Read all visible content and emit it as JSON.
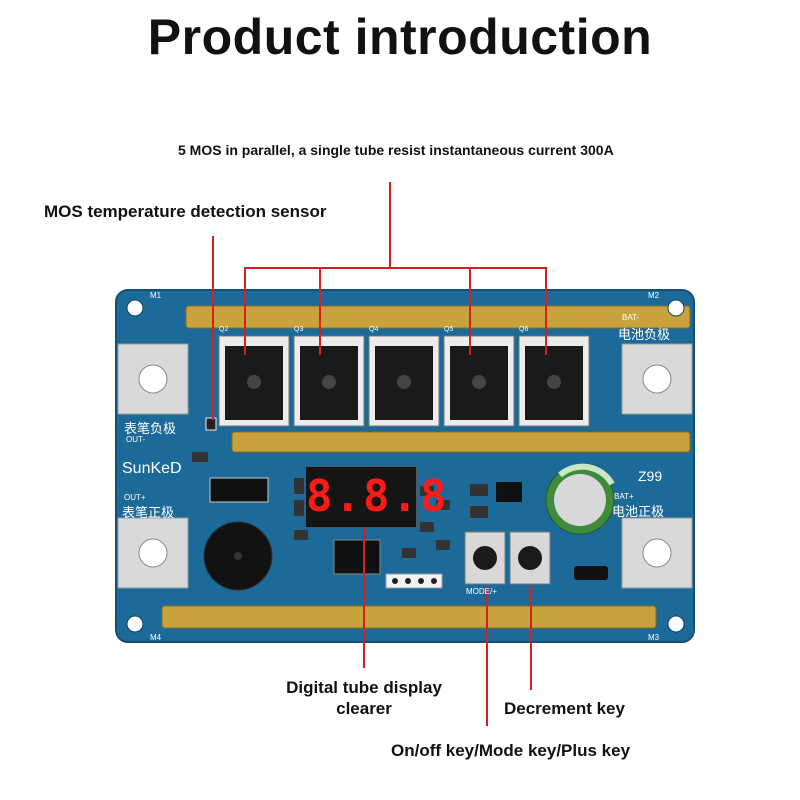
{
  "title": "Product introduction",
  "callouts": {
    "mos_parallel": "5 MOS in parallel, a single tube resist instantaneous current 300A",
    "temp_sensor": "MOS temperature detection sensor",
    "display_clearer_line1": "Digital tube display",
    "display_clearer_line2": "clearer",
    "decrement_key": "Decrement key",
    "onoff_key": "On/off key/Mode key/Plus key"
  },
  "board": {
    "brand": "SunKeD",
    "model": "Z99",
    "bat_neg_label": "BAT-",
    "bat_neg_cn": "电池负极",
    "bat_pos_label": "BAT+",
    "bat_pos_cn": "电池正极",
    "out_neg_cn": "表笔负极",
    "out_neg_label": "OUT-",
    "out_pos_label": "OUT+",
    "out_pos_cn": "表笔正极",
    "mode_label": "MODE/+",
    "display_value": "8.8.8",
    "mounting_labels": [
      "M1",
      "M2",
      "M3",
      "M4"
    ],
    "mos_labels": [
      "Q2",
      "Q3",
      "Q4",
      "Q5",
      "Q6"
    ]
  },
  "colors": {
    "pcb": "#1b6a9a",
    "copper": "#c8a23a",
    "callout_line": "#d62020",
    "display_red": "#ff1a1a"
  }
}
